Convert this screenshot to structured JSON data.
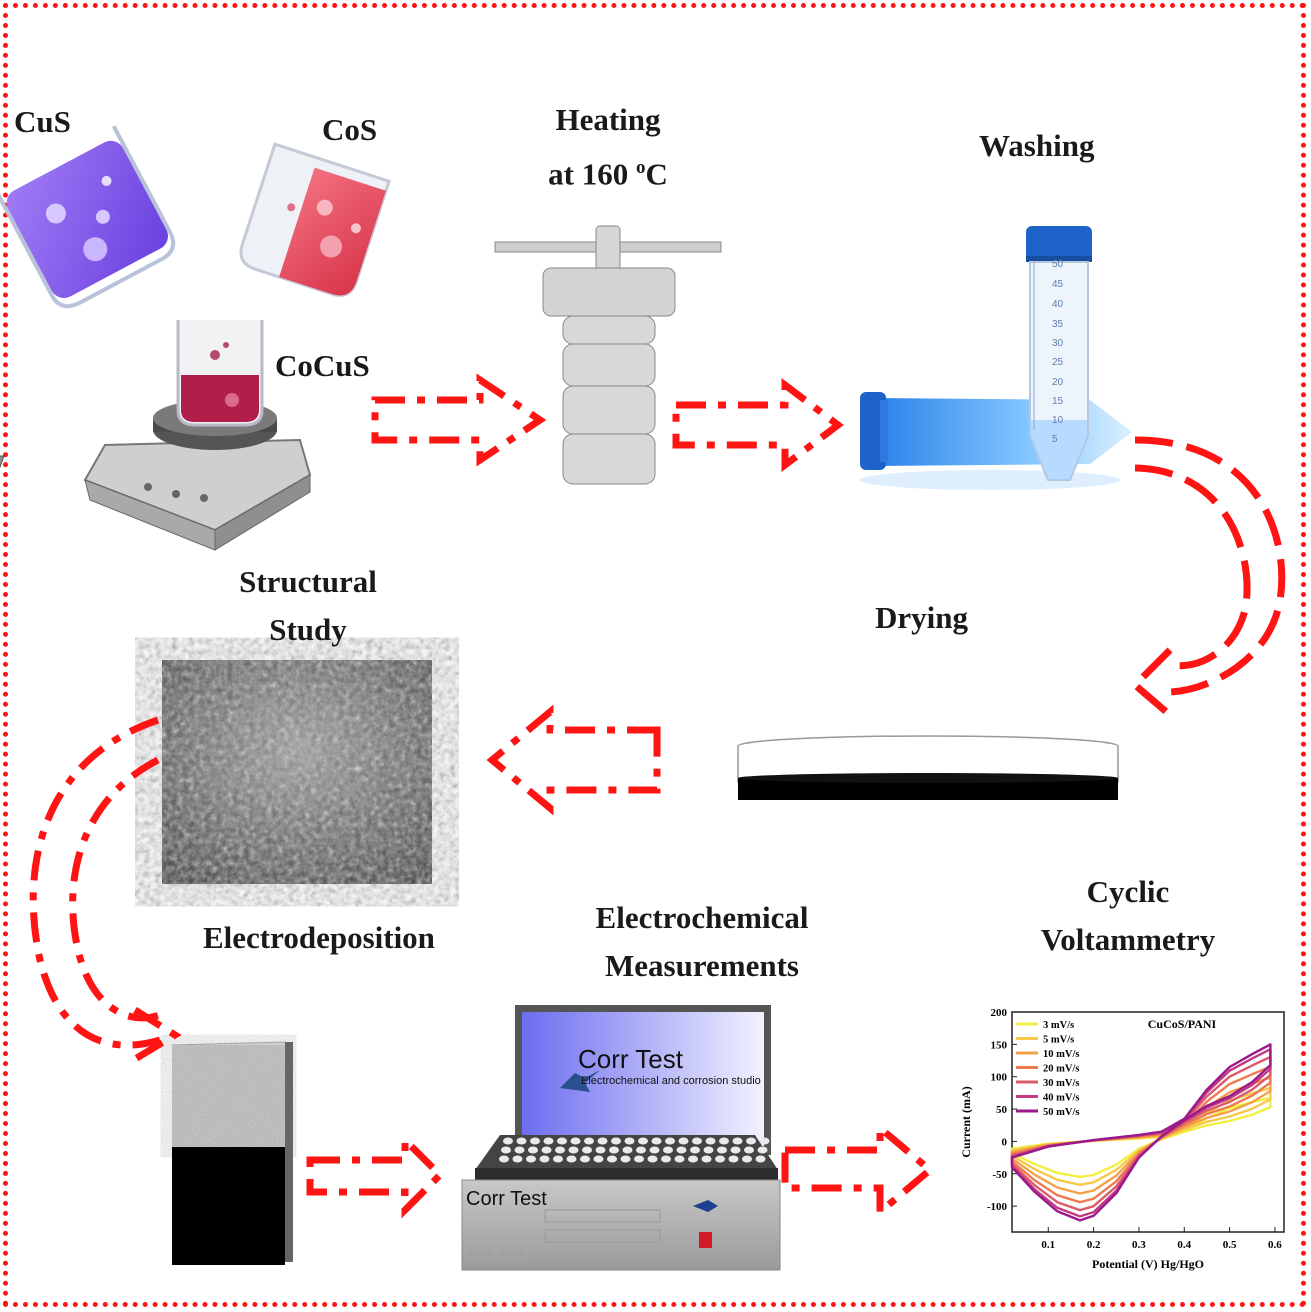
{
  "labels": {
    "cus": "CuS",
    "cos": "CoS",
    "cocus": "CoCuS",
    "heating_line1": "Heating",
    "heating_line2_prefix": "at 160 ",
    "heating_sup": "o",
    "heating_line2_suffix": "C",
    "washing": "Washing",
    "drying": "Drying",
    "structural_line1": "Structural",
    "structural_line2": "Study",
    "electrodeposition": "Electrodeposition",
    "electrochem_line1": "Electrochemical",
    "electrochem_line2": "Measurements",
    "cyclic_line1": "Cyclic",
    "cyclic_line2": "Voltammetry"
  },
  "tube": {
    "scale_labels": [
      "50",
      "45",
      "40",
      "35",
      "30",
      "25",
      "20",
      "15",
      "10",
      "5"
    ]
  },
  "software": {
    "screen_title": "Corr Test",
    "screen_subtitle": "Electrochemical and corrosion studio",
    "body_brand": "Corr Test"
  },
  "colors": {
    "arrow": "#ff1414",
    "frame": "#ff1414",
    "solution_purple": "#8a5cf0",
    "solution_red": "#e8465a",
    "solution_cocus": "#b01e4a",
    "tube_blue": "#2f8ff0",
    "cap_blue": "#1f62c8"
  },
  "chart_data": {
    "type": "line",
    "title": "CuCoS/PANI",
    "xlabel": "Potential (V) Hg/HgO",
    "ylabel": "Current (mA)",
    "xlim": [
      0.02,
      0.62
    ],
    "ylim": [
      -140,
      200
    ],
    "xticks": [
      0.1,
      0.2,
      0.3,
      0.4,
      0.5,
      0.6
    ],
    "xtick_labels": [
      "0.1",
      "0.2",
      "0.3",
      "0.4",
      "0.5",
      "0.6"
    ],
    "yticks": [
      -100,
      -50,
      0,
      50,
      100,
      150,
      200
    ],
    "ytick_labels": [
      "-100",
      "-50",
      "0",
      "50",
      "100",
      "150",
      "200"
    ],
    "legend_position": "top-left",
    "series": [
      {
        "name": "3 mV/s",
        "color": "#f0f040",
        "scale": 0.45
      },
      {
        "name": "5 mV/s",
        "color": "#f7c84a",
        "scale": 0.55
      },
      {
        "name": "10 mV/s",
        "color": "#f4a048",
        "scale": 0.66
      },
      {
        "name": "20 mV/s",
        "color": "#ee7a4e",
        "scale": 0.77
      },
      {
        "name": "30 mV/s",
        "color": "#dc5a6a",
        "scale": 0.87
      },
      {
        "name": "40 mV/s",
        "color": "#c23a82",
        "scale": 0.95
      },
      {
        "name": "50 mV/s",
        "color": "#9a1a8c",
        "scale": 1.0
      }
    ],
    "loop_anodic": [
      [
        0.02,
        -25
      ],
      [
        0.1,
        -8
      ],
      [
        0.2,
        2
      ],
      [
        0.3,
        10
      ],
      [
        0.35,
        15
      ],
      [
        0.4,
        35
      ],
      [
        0.45,
        80
      ],
      [
        0.5,
        115
      ],
      [
        0.55,
        135
      ],
      [
        0.59,
        150
      ]
    ],
    "loop_cathodic": [
      [
        0.59,
        118
      ],
      [
        0.55,
        92
      ],
      [
        0.5,
        70
      ],
      [
        0.45,
        55
      ],
      [
        0.4,
        33
      ],
      [
        0.35,
        8
      ],
      [
        0.3,
        -25
      ],
      [
        0.25,
        -80
      ],
      [
        0.2,
        -115
      ],
      [
        0.17,
        -122
      ],
      [
        0.12,
        -108
      ],
      [
        0.07,
        -78
      ],
      [
        0.02,
        -40
      ]
    ]
  }
}
